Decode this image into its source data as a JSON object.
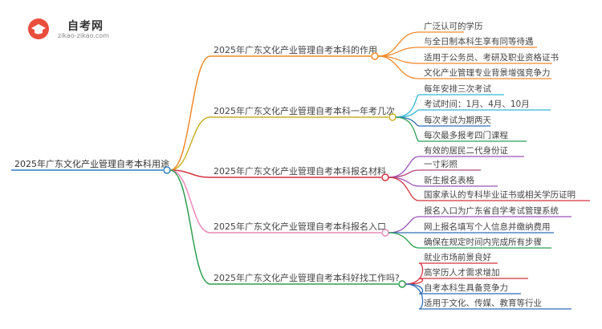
{
  "logo": {
    "title": "自考网",
    "url": "zikao-zikao.com",
    "icon": "graduation-cap-icon"
  },
  "root": {
    "label": "2025年广东文化产业管理自考本科用途",
    "color": "#2f7fc1"
  },
  "branches": [
    {
      "label": "2025年广东文化产业管理自考本科的作用",
      "color": "#ef8a2c",
      "children": [
        "广泛认可的学历",
        "与全日制本科生享有同等待遇",
        "适用于公务员、考研及职业资格证书",
        "文化产业管理专业背景增强竞争力"
      ]
    },
    {
      "label": "2025年广东文化产业管理自考本科一年考几次",
      "color": "#c9b22a",
      "children": [
        "每年安排三次考试",
        "考试时间：1月、4月、10月",
        "每次考试为期两天",
        "每次最多报考四门课程"
      ]
    },
    {
      "label": "2025年广东文化产业管理自考本科报名材料",
      "color": "#d4333f",
      "children": [
        "有效的居民二代身份证",
        "一寸彩照",
        "新生报名表格",
        "国家承认的专科毕业证书或相关学历证明"
      ]
    },
    {
      "label": "2025年广东文化产业管理自考本科报名入口",
      "color": "#e78ab8",
      "children": [
        "报名入口为广东省自学考试管理系统",
        "网上报名填写个人信息并缴纳费用",
        "确保在规定时间内完成所有步骤"
      ]
    },
    {
      "label": "2025年广东文化产业管理自考本科好找工作吗?",
      "color": "#2e9e50",
      "children": [
        "就业市场前景良好",
        "高学历人才需求增加",
        "自考本科生具备竞争力",
        "适用于文化、传媒、教育等行业"
      ]
    }
  ],
  "leaf_colors": [
    [
      "#ef8a2c",
      "#ef8a2c",
      "#ef8a2c",
      "#ef8a2c"
    ],
    [
      "#33b7d4",
      "#33b7d4",
      "#2f6fb8",
      "#2f9e55"
    ],
    [
      "#9a55b8",
      "#b5477a",
      "#9a55b8",
      "#d4333f"
    ],
    [
      "#9a55b8",
      "#2f6fb8",
      "#2e9e50"
    ],
    [
      "#d4333f",
      "#d4333f",
      "#2f6fb8",
      "#2f6fb8"
    ]
  ]
}
